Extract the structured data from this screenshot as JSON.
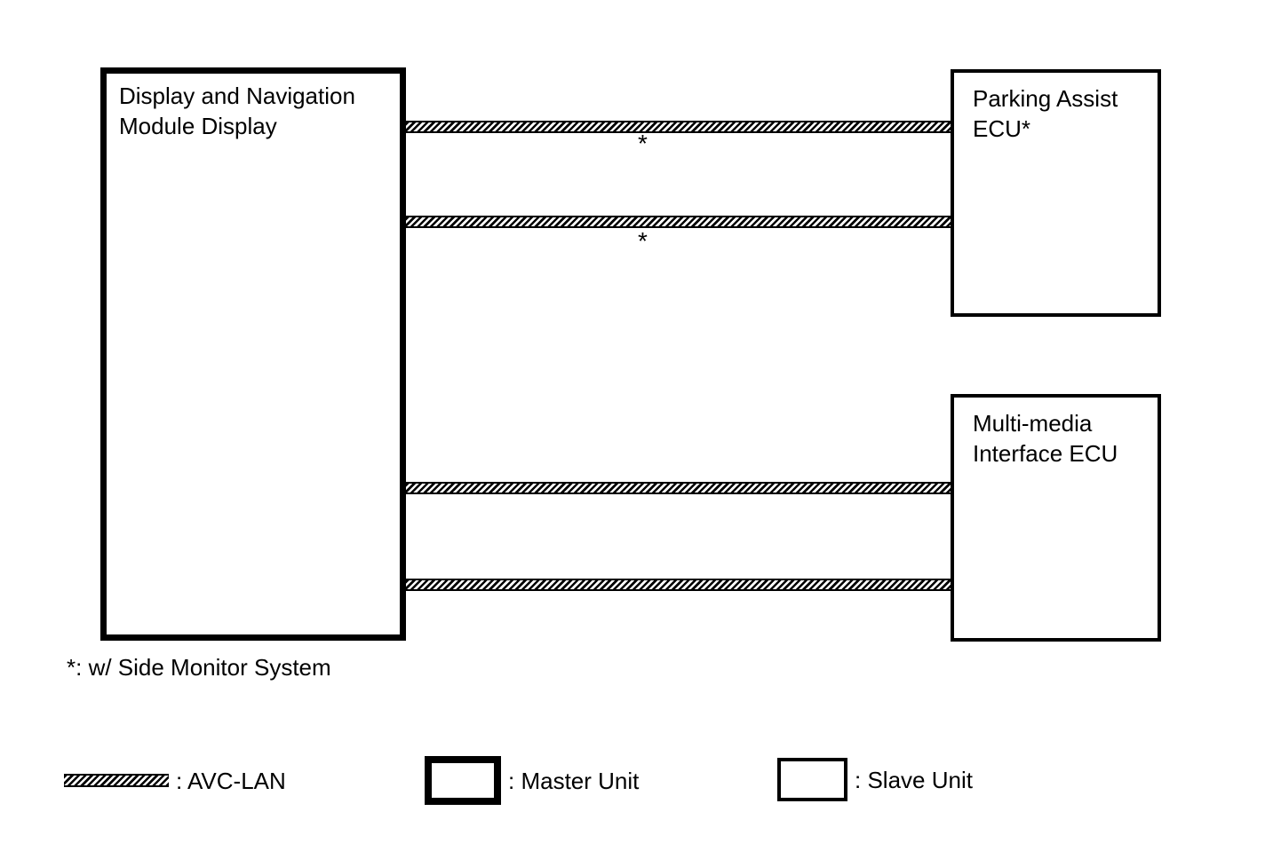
{
  "diagram": {
    "colors": {
      "background": "#ffffff",
      "line": "#000000"
    },
    "master_unit": {
      "label": "Display and Navigation Module Display"
    },
    "slave_units": [
      {
        "label": "Parking Assist ECU*"
      },
      {
        "label": "Multi-media Interface ECU"
      }
    ],
    "connections": [
      {
        "bus": "AVC-LAN",
        "annotation": "*"
      },
      {
        "bus": "AVC-LAN",
        "annotation": "*"
      },
      {
        "bus": "AVC-LAN",
        "annotation": ""
      },
      {
        "bus": "AVC-LAN",
        "annotation": ""
      }
    ],
    "footnote": "*: w/ Side Monitor System",
    "legend": {
      "avc_lan_label": ": AVC-LAN",
      "master_label": ": Master Unit",
      "slave_label": ": Slave Unit"
    }
  }
}
